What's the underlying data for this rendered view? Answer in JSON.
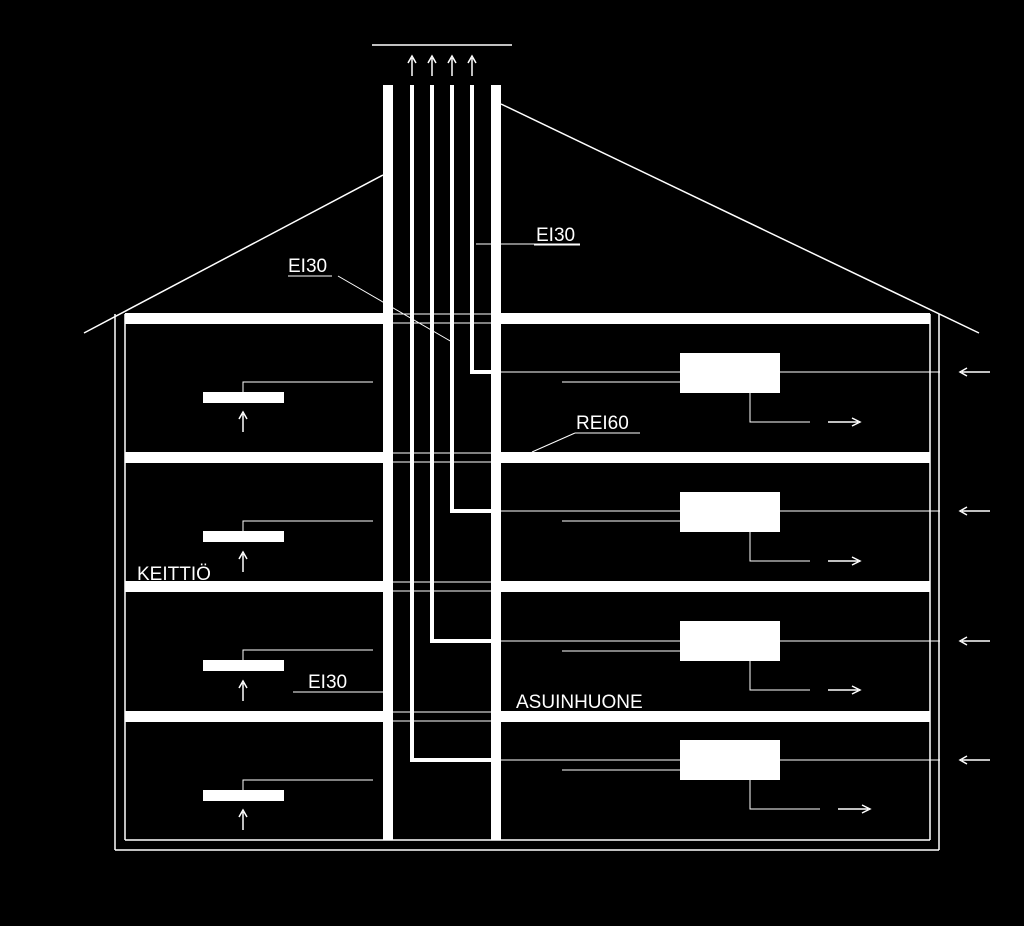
{
  "colors": {
    "background": "#000000",
    "foreground": "#ffffff"
  },
  "labels": {
    "ei30_top_right": "EI30",
    "ei30_top_left": "EI30",
    "rei60": "REI60",
    "keittio": "KEITTIÖ",
    "ei30_bottom": "EI30",
    "asuinhuone": "ASUINHUONE"
  }
}
